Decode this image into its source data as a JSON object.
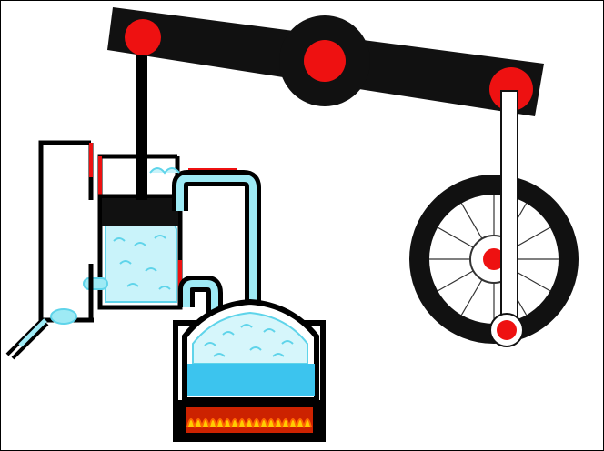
{
  "figure": {
    "subject": "steam-engine-diagram",
    "colors": {
      "background": "#ffffff",
      "frame": "#000000",
      "pivot": "#ee1111",
      "valve_marks": "#ee1111",
      "steam": "#9eeaf5",
      "steam_outline": "#5fd4ea",
      "water": "#3cc4ee",
      "fire": "#ffcc00",
      "fire_glow": "#ff6600",
      "flywheel_hub": "#dddddd"
    },
    "icons": {
      "beam": "walking-beam",
      "pivot": "pivot-pin",
      "flywheel": "flywheel",
      "boiler": "boiler",
      "fire": "firebox-flames",
      "cylinder": "piston-cylinder",
      "condenser": "condenser"
    }
  }
}
